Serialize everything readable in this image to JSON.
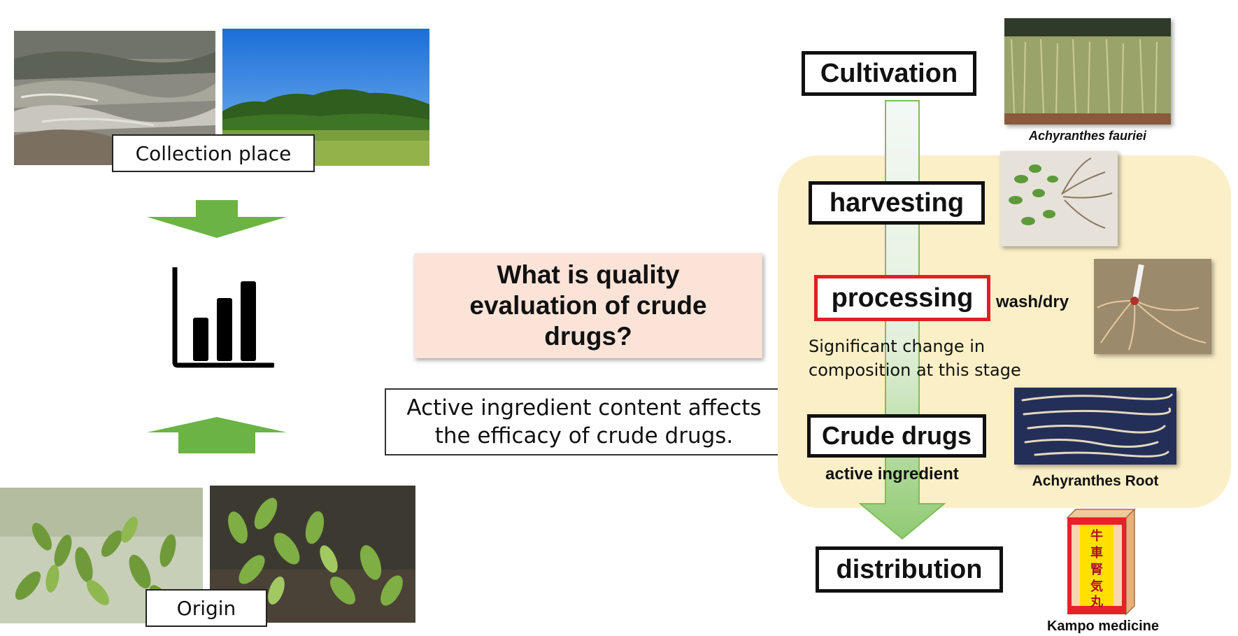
{
  "left": {
    "collection_place_label": "Collection  place",
    "origin_label": "Origin",
    "chart_icon_name": "bar-chart-icon"
  },
  "center": {
    "question": "What is quality evaluation of crude drugs?",
    "statement": "Active ingredient content affects the efficacy of crude drugs."
  },
  "flow": {
    "stages": [
      "Cultivation",
      "harvesting",
      "processing",
      "Crude drugs",
      "distribution"
    ],
    "processing_note": "wash/dry",
    "change_note": "Significant change in composition at this stage",
    "active_ingredient": "active ingredient"
  },
  "images": {
    "plant_caption": "Achyranthes fauriei",
    "root_caption": "Achyranthes Root",
    "kampo_caption": "Kampo medicine",
    "kampo_chars": [
      "牛",
      "車",
      "腎",
      "気",
      "丸"
    ]
  },
  "colors": {
    "arrow_green": "#6ab344",
    "highlight_panel": "#fbefc8",
    "question_bg": "#fbe3d8",
    "processing_border": "#e02020",
    "kampo_red": "#e8202a",
    "kampo_yellow": "#ffe000"
  }
}
